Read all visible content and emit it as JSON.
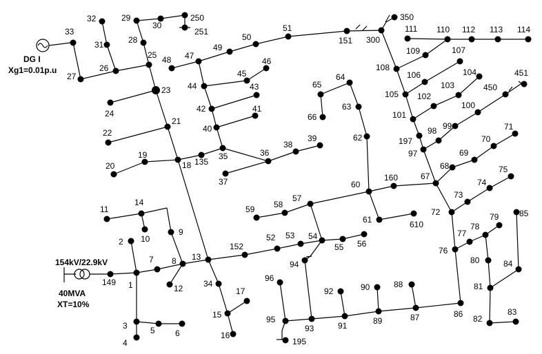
{
  "diagram": {
    "source": {
      "transformer_rating": "154kV/22.9kV",
      "transformer_capacity": "40MVA",
      "transformer_reactance": "XT=10%",
      "dg_name": "DG I",
      "dg_reactance": "Xg1=0.01p.u"
    },
    "bus_labels": [
      "1",
      "2",
      "3",
      "4",
      "5",
      "6",
      "7",
      "8",
      "9",
      "10",
      "11",
      "12",
      "13",
      "14",
      "15",
      "16",
      "17",
      "18",
      "19",
      "20",
      "21",
      "22",
      "23",
      "24",
      "25",
      "26",
      "27",
      "28",
      "29",
      "30",
      "31",
      "32",
      "33",
      "34",
      "35",
      "36",
      "37",
      "38",
      "39",
      "40",
      "41",
      "42",
      "43",
      "44",
      "45",
      "46",
      "47",
      "48",
      "49",
      "50",
      "51",
      "52",
      "53",
      "54",
      "55",
      "56",
      "57",
      "58",
      "59",
      "60",
      "61",
      "62",
      "63",
      "64",
      "65",
      "66",
      "67",
      "68",
      "69",
      "70",
      "71",
      "72",
      "73",
      "74",
      "75",
      "76",
      "77",
      "78",
      "79",
      "80",
      "81",
      "82",
      "83",
      "84",
      "85",
      "86",
      "87",
      "88",
      "89",
      "90",
      "91",
      "92",
      "93",
      "94",
      "95",
      "96",
      "97",
      "98",
      "99",
      "100",
      "101",
      "102",
      "103",
      "104",
      "105",
      "106",
      "107",
      "108",
      "109",
      "110",
      "111",
      "112",
      "113",
      "114",
      "135",
      "149",
      "151",
      "152",
      "160",
      "195",
      "197",
      "250",
      "251",
      "300",
      "350",
      "450",
      "451",
      "610"
    ],
    "legend": {}
  }
}
